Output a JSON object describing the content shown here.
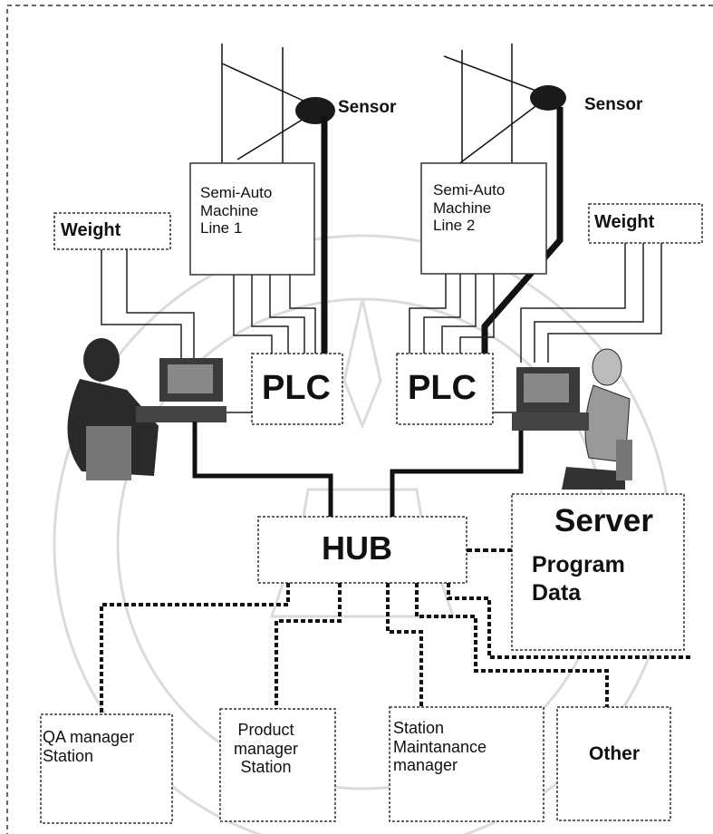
{
  "sensors": [
    {
      "label": "Sensor"
    },
    {
      "label": "Sensor"
    }
  ],
  "machines": [
    {
      "lines": [
        "Semi-Auto",
        "Machine",
        "Line 1"
      ]
    },
    {
      "lines": [
        "Semi-Auto",
        "Machine",
        "Line 2"
      ]
    }
  ],
  "weights": [
    {
      "label": "Weight"
    },
    {
      "label": "Weight"
    }
  ],
  "plcs": [
    {
      "label": "PLC"
    },
    {
      "label": "PLC"
    }
  ],
  "hub": {
    "label": "HUB"
  },
  "server": {
    "title": "Server",
    "lines": [
      "Program",
      "Data"
    ]
  },
  "stations": [
    {
      "lines": [
        "QA manager",
        "Station"
      ]
    },
    {
      "lines": [
        "Product",
        "manager",
        "Station"
      ]
    },
    {
      "lines": [
        "Station",
        "Maintanance",
        "manager"
      ]
    },
    {
      "lines": [
        "Other"
      ]
    }
  ],
  "colors": {
    "line": "#111111",
    "box_border": "#333333",
    "watermark": "#cfcfcf",
    "operator_fill": "#2a2a2a"
  }
}
